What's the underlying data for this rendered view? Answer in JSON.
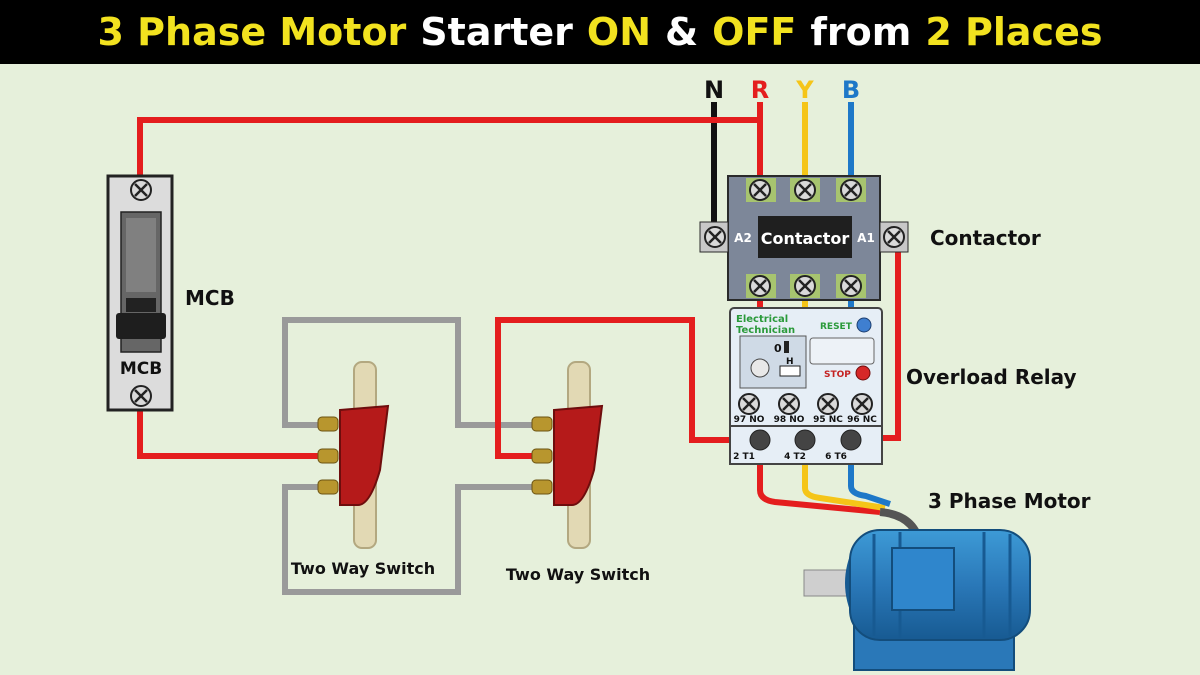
{
  "title": {
    "parts": [
      "3 Phase Motor",
      "Starter",
      "ON",
      "&",
      "OFF",
      "from",
      "2 Places"
    ],
    "colors": {
      "highlight": "#f2e21f",
      "normal": "#ffffff",
      "background": "#000000"
    }
  },
  "phases": {
    "n": "N",
    "r": "R",
    "y": "Y",
    "b": "B"
  },
  "wire_colors": {
    "neutral": "#111111",
    "r": "#e41e1e",
    "y": "#f5c518",
    "b": "#1e78c8",
    "control": "#9a9a9a"
  },
  "mcb": {
    "label_outside": "MCB",
    "label_device": "MCB"
  },
  "contactor": {
    "label_outside": "Contactor",
    "center_label": "Contactor",
    "a1": "A1",
    "a2": "A2"
  },
  "overload_relay": {
    "label_outside": "Overload Relay",
    "brand_line1": "Electrical",
    "brand_line2": "Technician",
    "reset": "RESET",
    "stop": "STOP",
    "dial_0": "0",
    "dial_h": "H",
    "terminals": [
      "97 NO",
      "98 NO",
      "95 NC",
      "96 NC"
    ],
    "outputs": [
      "2 T1",
      "4 T2",
      "6 T6"
    ]
  },
  "switches": {
    "switch1_label": "Two Way Switch",
    "switch2_label": "Two Way Switch"
  },
  "motor": {
    "label": "3 Phase Motor"
  }
}
